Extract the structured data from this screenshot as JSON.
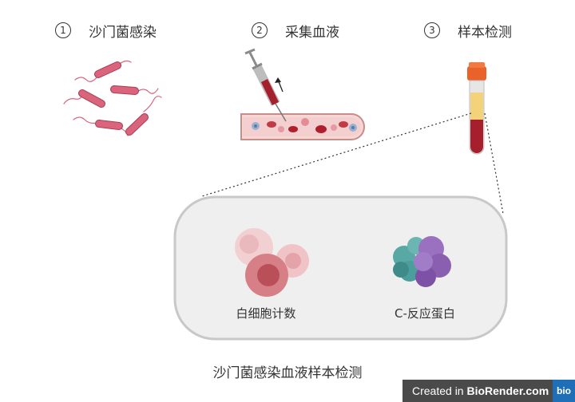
{
  "steps": [
    {
      "num": "1",
      "label": "沙门菌感染"
    },
    {
      "num": "2",
      "label": "采集血液"
    },
    {
      "num": "3",
      "label": "样本检测"
    }
  ],
  "detail": {
    "wbc_label": "白细胞计数",
    "crp_label": "C-反应蛋白"
  },
  "title": "沙门菌感染血液样本检测",
  "watermark": {
    "prefix": "Created in ",
    "brand": "BioRender.com",
    "logo": "bio"
  },
  "colors": {
    "bacteria": "#d9647c",
    "blood": "#a5202c",
    "vessel": "#e7b3b3",
    "panel_border": "#c8c8c8",
    "crp_teal": "#4b9e9c",
    "crp_purple": "#8b5fb0",
    "tube_cap": "#e8622a"
  }
}
